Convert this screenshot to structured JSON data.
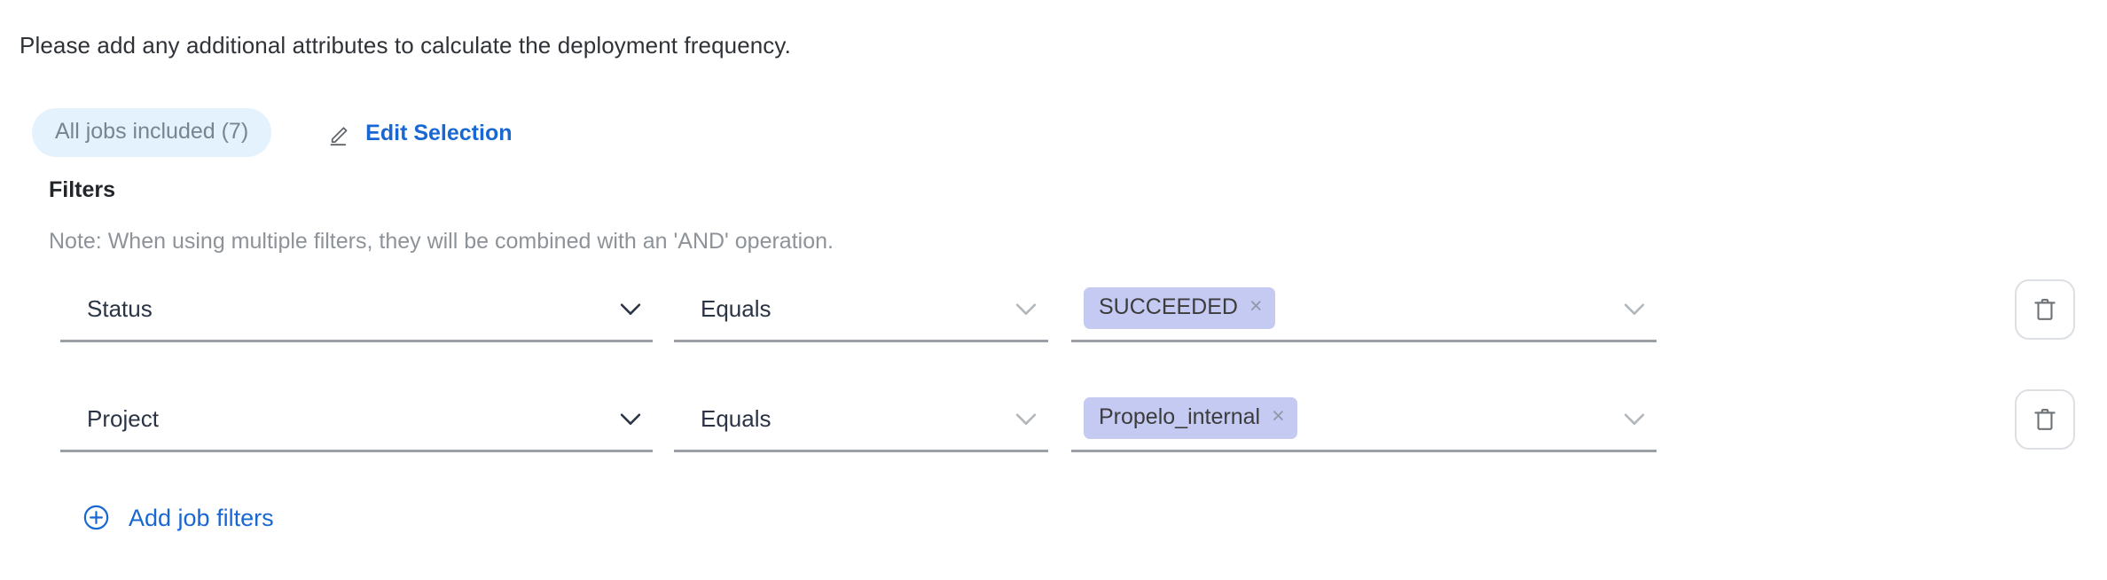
{
  "instruction": "Please add any additional attributes to calculate the deployment frequency.",
  "selection": {
    "jobs_badge": "All jobs included (7)",
    "edit_label": "Edit Selection",
    "edit_icon": "pencil-icon",
    "badge_bg": "#e3f2fd",
    "link_color": "#1967d2"
  },
  "filters": {
    "title": "Filters",
    "note": "Note: When using multiple filters, they will be combined with an 'AND' operation.",
    "chip_bg": "#c5caf2",
    "rows": [
      {
        "attribute": "Status",
        "operator": "Equals",
        "values": [
          "SUCCEEDED"
        ],
        "remove_glyph": "×",
        "delete_icon": "trash-icon"
      },
      {
        "attribute": "Project",
        "operator": "Equals",
        "values": [
          "Propelo_internal"
        ],
        "remove_glyph": "×",
        "delete_icon": "trash-icon"
      }
    ]
  },
  "add_filters": {
    "label": "Add job filters",
    "icon": "plus-circle-icon"
  }
}
